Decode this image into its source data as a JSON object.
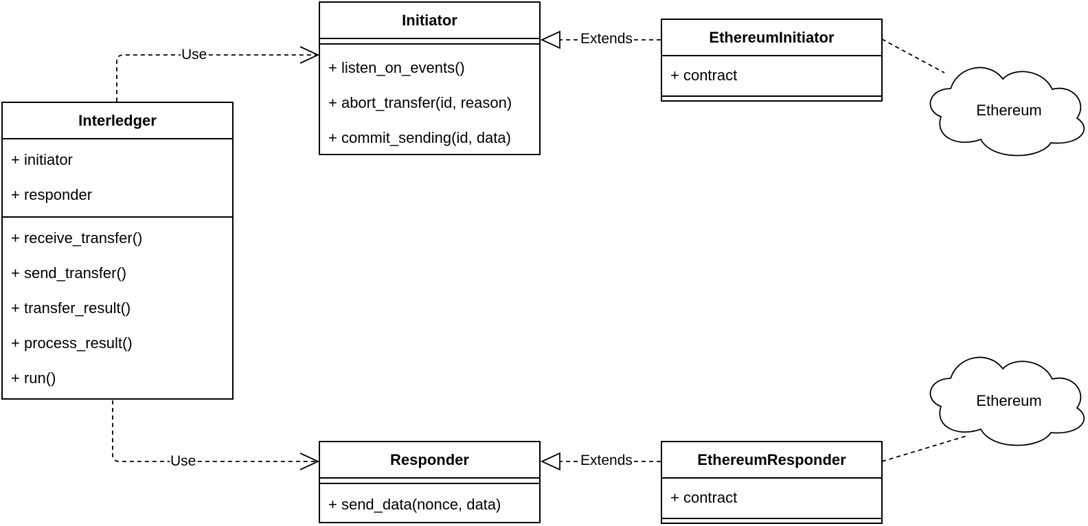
{
  "classes": {
    "interledger": {
      "name": "Interledger",
      "attributes": [
        "+ initiator",
        "+ responder"
      ],
      "operations": [
        "+ receive_transfer()",
        "+ send_transfer()",
        "+ transfer_result()",
        "+ process_result()",
        "+ run()"
      ]
    },
    "initiator": {
      "name": "Initiator",
      "operations": [
        "+ listen_on_events()",
        "+ abort_transfer(id, reason)",
        "+ commit_sending(id, data)"
      ]
    },
    "ethereum_initiator": {
      "name": "EthereumInitiator",
      "attributes": [
        "+ contract"
      ]
    },
    "responder": {
      "name": "Responder",
      "operations": [
        "+ send_data(nonce, data)"
      ]
    },
    "ethereum_responder": {
      "name": "EthereumResponder",
      "attributes": [
        "+ contract"
      ]
    }
  },
  "edges": {
    "use_initiator": "Use",
    "use_responder": "Use",
    "extends_initiator": "Extends",
    "extends_responder": "Extends"
  },
  "clouds": {
    "top": "Ethereum",
    "bottom": "Ethereum"
  }
}
